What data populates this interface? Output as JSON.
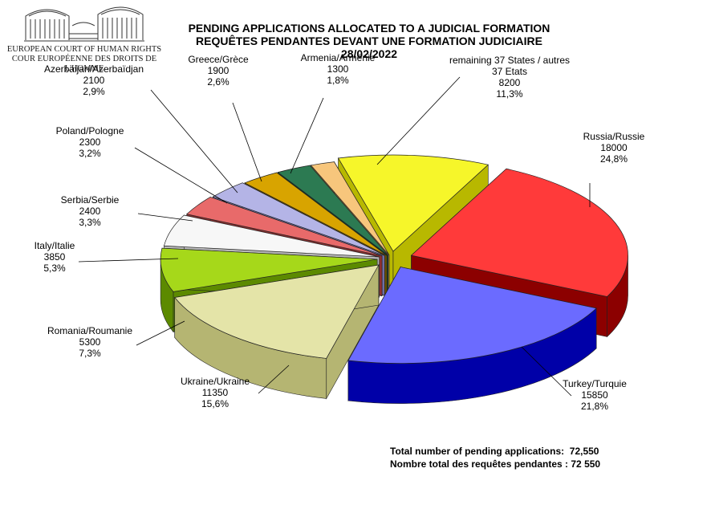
{
  "header": {
    "org_en": "EUROPEAN COURT OF HUMAN RIGHTS",
    "org_fr": "COUR EUROPÉENNE DES DROITS DE L'HOMME",
    "title_en": "PENDING APPLICATIONS ALLOCATED TO A JUDICIAL FORMATION",
    "title_fr": "REQUÊTES PENDANTES DEVANT UNE FORMATION JUDICIAIRE",
    "date": "28/02/2022"
  },
  "chart_data": {
    "type": "pie",
    "title": "PENDING APPLICATIONS ALLOCATED TO A JUDICIAL FORMATION",
    "subtitle": "REQUÊTES PENDANTES DEVANT UNE FORMATION JUDICIAIRE",
    "date": "28/02/2022",
    "exploded": true,
    "three_d": true,
    "slices": [
      {
        "label": "Russia/Russie",
        "value": 18000,
        "pct": "24,8%",
        "color": "#ff3a3a",
        "side": "#8c0000"
      },
      {
        "label": "Turkey/Turquie",
        "value": 15850,
        "pct": "21,8%",
        "color": "#6b6bff",
        "side": "#0000a8"
      },
      {
        "label": "Ukraine/Ukraine",
        "value": 11350,
        "pct": "15,6%",
        "color": "#e4e4a8",
        "side": "#b5b572"
      },
      {
        "label": "Romania/Roumanie",
        "value": 5300,
        "pct": "7,3%",
        "color": "#a6d81a",
        "side": "#5c8a00"
      },
      {
        "label": "Italy/Italie",
        "value": 3850,
        "pct": "5,3%",
        "color": "#f7f7f7",
        "side": "#b8b8b8"
      },
      {
        "label": "Serbia/Serbie",
        "value": 2400,
        "pct": "3,3%",
        "color": "#e86a6a",
        "side": "#8e2f2f"
      },
      {
        "label": "Poland/Pologne",
        "value": 2300,
        "pct": "3,2%",
        "color": "#b4b4e6",
        "side": "#6f6fa8"
      },
      {
        "label": "Azerbaijan/Azerbaïdjan",
        "value": 2100,
        "pct": "2,9%",
        "color": "#d8a400",
        "side": "#6b5000"
      },
      {
        "label": "Greece/Grèce",
        "value": 1900,
        "pct": "2,6%",
        "color": "#2c7a52",
        "side": "#0e4a2c"
      },
      {
        "label": "Armenia/Arménie",
        "value": 1300,
        "pct": "1,8%",
        "color": "#f7c67c",
        "side": "#b88a40"
      },
      {
        "label": "remaining 37 States / autres 37 Etats",
        "label_lines": [
          "remaining 37 States / autres",
          "37 Etats"
        ],
        "value": 8200,
        "pct": "11,3%",
        "color": "#f6f62a",
        "side": "#b8b800"
      }
    ]
  },
  "totals": {
    "en": "Total number of pending applications:  72,550",
    "fr": "Nombre total des requêtes pendantes : 72 550"
  }
}
